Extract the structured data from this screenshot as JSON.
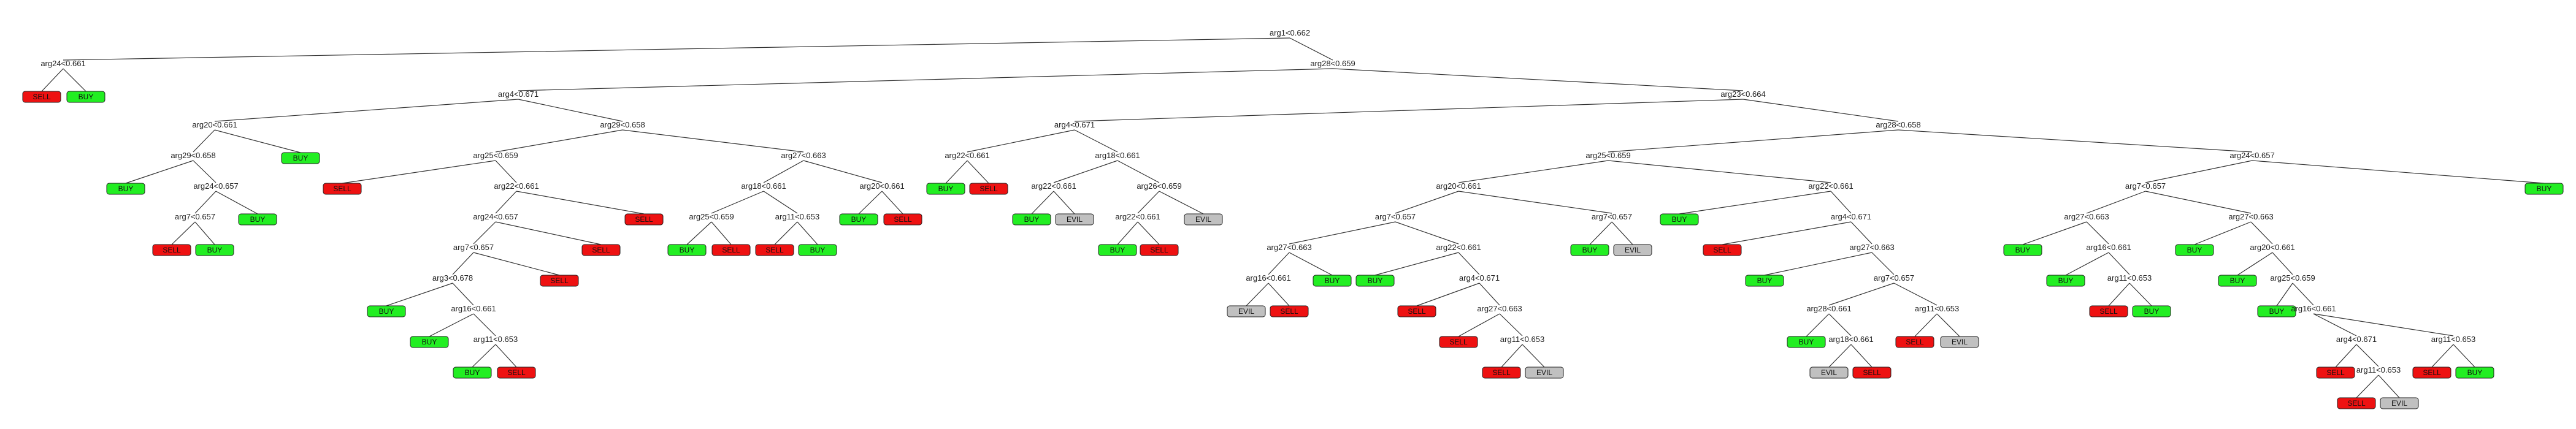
{
  "colors": {
    "BUY": "#22ee22",
    "SELL": "#ee1111",
    "EVIL": "#c0c0c0",
    "edge": "#333333"
  },
  "tree": [
    {
      "id": "n0",
      "type": "split",
      "label": "arg1<0.662"
    },
    {
      "id": "n1",
      "type": "split",
      "label": "arg24<0.661",
      "parent": "n0"
    },
    {
      "id": "l1",
      "type": "leaf",
      "label": "SELL",
      "parent": "n1"
    },
    {
      "id": "l2",
      "type": "leaf",
      "label": "BUY",
      "parent": "n1"
    },
    {
      "id": "n2",
      "type": "split",
      "label": "arg28<0.659",
      "parent": "n0"
    },
    {
      "id": "n3",
      "type": "split",
      "label": "arg4<0.671",
      "parent": "n2"
    },
    {
      "id": "n4",
      "type": "split",
      "label": "arg23<0.664",
      "parent": "n2"
    },
    {
      "id": "n5",
      "type": "split",
      "label": "arg20<0.661",
      "parent": "n3"
    },
    {
      "id": "n6",
      "type": "split",
      "label": "arg29<0.658",
      "parent": "n3"
    },
    {
      "id": "n7",
      "type": "split",
      "label": "arg29<0.658",
      "parent": "n5"
    },
    {
      "id": "l3",
      "type": "leaf",
      "label": "BUY",
      "parent": "n5"
    },
    {
      "id": "l4",
      "type": "leaf",
      "label": "BUY",
      "parent": "n7"
    },
    {
      "id": "n8",
      "type": "split",
      "label": "arg24<0.657",
      "parent": "n7"
    },
    {
      "id": "n9",
      "type": "split",
      "label": "arg7<0.657",
      "parent": "n8"
    },
    {
      "id": "l5",
      "type": "leaf",
      "label": "BUY",
      "parent": "n8"
    },
    {
      "id": "l6",
      "type": "leaf",
      "label": "SELL",
      "parent": "n9"
    },
    {
      "id": "l7",
      "type": "leaf",
      "label": "BUY",
      "parent": "n9"
    },
    {
      "id": "n10",
      "type": "split",
      "label": "arg25<0.659",
      "parent": "n6"
    },
    {
      "id": "n11",
      "type": "split",
      "label": "arg27<0.663",
      "parent": "n6"
    },
    {
      "id": "l8",
      "type": "leaf",
      "label": "SELL",
      "parent": "n10"
    },
    {
      "id": "n12",
      "type": "split",
      "label": "arg22<0.661",
      "parent": "n10"
    },
    {
      "id": "n13",
      "type": "split",
      "label": "arg24<0.657",
      "parent": "n12"
    },
    {
      "id": "l9",
      "type": "leaf",
      "label": "SELL",
      "parent": "n12"
    },
    {
      "id": "n14",
      "type": "split",
      "label": "arg7<0.657",
      "parent": "n13"
    },
    {
      "id": "l10",
      "type": "leaf",
      "label": "SELL",
      "parent": "n13"
    },
    {
      "id": "n15",
      "type": "split",
      "label": "arg3<0.678",
      "parent": "n14"
    },
    {
      "id": "l11",
      "type": "leaf",
      "label": "SELL",
      "parent": "n14"
    },
    {
      "id": "l12",
      "type": "leaf",
      "label": "BUY",
      "parent": "n15"
    },
    {
      "id": "n16",
      "type": "split",
      "label": "arg16<0.661",
      "parent": "n15"
    },
    {
      "id": "l13",
      "type": "leaf",
      "label": "BUY",
      "parent": "n16"
    },
    {
      "id": "n17",
      "type": "split",
      "label": "arg11<0.653",
      "parent": "n16"
    },
    {
      "id": "l14",
      "type": "leaf",
      "label": "BUY",
      "parent": "n17"
    },
    {
      "id": "l15",
      "type": "leaf",
      "label": "SELL",
      "parent": "n17"
    },
    {
      "id": "n18",
      "type": "split",
      "label": "arg18<0.661",
      "parent": "n11"
    },
    {
      "id": "n19",
      "type": "split",
      "label": "arg20<0.661",
      "parent": "n11"
    },
    {
      "id": "n20",
      "type": "split",
      "label": "arg25<0.659",
      "parent": "n18"
    },
    {
      "id": "n21",
      "type": "split",
      "label": "arg11<0.653",
      "parent": "n18"
    },
    {
      "id": "l16",
      "type": "leaf",
      "label": "BUY",
      "parent": "n20"
    },
    {
      "id": "l17",
      "type": "leaf",
      "label": "SELL",
      "parent": "n20"
    },
    {
      "id": "l18",
      "type": "leaf",
      "label": "SELL",
      "parent": "n21"
    },
    {
      "id": "l19",
      "type": "leaf",
      "label": "BUY",
      "parent": "n21"
    },
    {
      "id": "l20",
      "type": "leaf",
      "label": "BUY",
      "parent": "n19"
    },
    {
      "id": "l21",
      "type": "leaf",
      "label": "SELL",
      "parent": "n19"
    },
    {
      "id": "n22",
      "type": "split",
      "label": "arg4<0.671",
      "parent": "n4"
    },
    {
      "id": "n23",
      "type": "split",
      "label": "arg28<0.658",
      "parent": "n4"
    },
    {
      "id": "n24",
      "type": "split",
      "label": "arg22<0.661",
      "parent": "n22"
    },
    {
      "id": "n25",
      "type": "split",
      "label": "arg18<0.661",
      "parent": "n22"
    },
    {
      "id": "l22",
      "type": "leaf",
      "label": "BUY",
      "parent": "n24"
    },
    {
      "id": "l23",
      "type": "leaf",
      "label": "SELL",
      "parent": "n24"
    },
    {
      "id": "n26",
      "type": "split",
      "label": "arg22<0.661",
      "parent": "n25"
    },
    {
      "id": "n27",
      "type": "split",
      "label": "arg26<0.659",
      "parent": "n25"
    },
    {
      "id": "l24",
      "type": "leaf",
      "label": "BUY",
      "parent": "n26"
    },
    {
      "id": "l25",
      "type": "leaf",
      "label": "EVIL",
      "parent": "n26"
    },
    {
      "id": "n28",
      "type": "split",
      "label": "arg22<0.661",
      "parent": "n27"
    },
    {
      "id": "l26",
      "type": "leaf",
      "label": "EVIL",
      "parent": "n27"
    },
    {
      "id": "l27",
      "type": "leaf",
      "label": "BUY",
      "parent": "n28"
    },
    {
      "id": "l28",
      "type": "leaf",
      "label": "SELL",
      "parent": "n28"
    },
    {
      "id": "n29",
      "type": "split",
      "label": "arg25<0.659",
      "parent": "n23"
    },
    {
      "id": "n30",
      "type": "split",
      "label": "arg24<0.657",
      "parent": "n23"
    },
    {
      "id": "n31",
      "type": "split",
      "label": "arg20<0.661",
      "parent": "n29"
    },
    {
      "id": "n32",
      "type": "split",
      "label": "arg22<0.661",
      "parent": "n29"
    },
    {
      "id": "n33",
      "type": "split",
      "label": "arg7<0.657",
      "parent": "n31"
    },
    {
      "id": "n34",
      "type": "split",
      "label": "arg7<0.657",
      "parent": "n31"
    },
    {
      "id": "n35",
      "type": "split",
      "label": "arg27<0.663",
      "parent": "n33"
    },
    {
      "id": "n36",
      "type": "split",
      "label": "arg22<0.661",
      "parent": "n33"
    },
    {
      "id": "n37",
      "type": "split",
      "label": "arg16<0.661",
      "parent": "n35"
    },
    {
      "id": "l29",
      "type": "leaf",
      "label": "BUY",
      "parent": "n35"
    },
    {
      "id": "l30",
      "type": "leaf",
      "label": "EVIL",
      "parent": "n37"
    },
    {
      "id": "l31",
      "type": "leaf",
      "label": "SELL",
      "parent": "n37"
    },
    {
      "id": "l32",
      "type": "leaf",
      "label": "BUY",
      "parent": "n36"
    },
    {
      "id": "n38",
      "type": "split",
      "label": "arg4<0.671",
      "parent": "n36"
    },
    {
      "id": "l33",
      "type": "leaf",
      "label": "SELL",
      "parent": "n38"
    },
    {
      "id": "n39",
      "type": "split",
      "label": "arg27<0.663",
      "parent": "n38"
    },
    {
      "id": "l34",
      "type": "leaf",
      "label": "SELL",
      "parent": "n39"
    },
    {
      "id": "n40",
      "type": "split",
      "label": "arg11<0.653",
      "parent": "n39"
    },
    {
      "id": "l35",
      "type": "leaf",
      "label": "SELL",
      "parent": "n40"
    },
    {
      "id": "l36",
      "type": "leaf",
      "label": "EVIL",
      "parent": "n40"
    },
    {
      "id": "l37",
      "type": "leaf",
      "label": "BUY",
      "parent": "n34"
    },
    {
      "id": "l38",
      "type": "leaf",
      "label": "EVIL",
      "parent": "n34"
    },
    {
      "id": "l39",
      "type": "leaf",
      "label": "BUY",
      "parent": "n32"
    },
    {
      "id": "n41",
      "type": "split",
      "label": "arg4<0.671",
      "parent": "n32"
    },
    {
      "id": "l40",
      "type": "leaf",
      "label": "SELL",
      "parent": "n41"
    },
    {
      "id": "n42",
      "type": "split",
      "label": "arg27<0.663",
      "parent": "n41"
    },
    {
      "id": "l41",
      "type": "leaf",
      "label": "BUY",
      "parent": "n42"
    },
    {
      "id": "n43",
      "type": "split",
      "label": "arg7<0.657",
      "parent": "n42"
    },
    {
      "id": "n44",
      "type": "split",
      "label": "arg28<0.661",
      "parent": "n43"
    },
    {
      "id": "n45",
      "type": "split",
      "label": "arg11<0.653",
      "parent": "n43"
    },
    {
      "id": "l42",
      "type": "leaf",
      "label": "BUY",
      "parent": "n44"
    },
    {
      "id": "n46",
      "type": "split",
      "label": "arg18<0.661",
      "parent": "n44"
    },
    {
      "id": "l43",
      "type": "leaf",
      "label": "EVIL",
      "parent": "n46"
    },
    {
      "id": "l44",
      "type": "leaf",
      "label": "SELL",
      "parent": "n46"
    },
    {
      "id": "l45",
      "type": "leaf",
      "label": "SELL",
      "parent": "n45"
    },
    {
      "id": "l46",
      "type": "leaf",
      "label": "EVIL",
      "parent": "n45"
    },
    {
      "id": "n47",
      "type": "split",
      "label": "arg7<0.657",
      "parent": "n30"
    },
    {
      "id": "l47",
      "type": "leaf",
      "label": "BUY",
      "parent": "n30"
    },
    {
      "id": "n48",
      "type": "split",
      "label": "arg27<0.663",
      "parent": "n47"
    },
    {
      "id": "n49",
      "type": "split",
      "label": "arg27<0.663",
      "parent": "n47"
    },
    {
      "id": "l48",
      "type": "leaf",
      "label": "BUY",
      "parent": "n48"
    },
    {
      "id": "n50",
      "type": "split",
      "label": "arg16<0.661",
      "parent": "n48"
    },
    {
      "id": "l49",
      "type": "leaf",
      "label": "BUY",
      "parent": "n50"
    },
    {
      "id": "n51",
      "type": "split",
      "label": "arg11<0.653",
      "parent": "n50"
    },
    {
      "id": "l50",
      "type": "leaf",
      "label": "SELL",
      "parent": "n51"
    },
    {
      "id": "l51",
      "type": "leaf",
      "label": "BUY",
      "parent": "n51"
    },
    {
      "id": "l52",
      "type": "leaf",
      "label": "BUY",
      "parent": "n49"
    },
    {
      "id": "n52",
      "type": "split",
      "label": "arg20<0.661",
      "parent": "n49"
    },
    {
      "id": "l53",
      "type": "leaf",
      "label": "BUY",
      "parent": "n52"
    },
    {
      "id": "n53",
      "type": "split",
      "label": "arg25<0.659",
      "parent": "n52"
    },
    {
      "id": "l54",
      "type": "leaf",
      "label": "BUY",
      "parent": "n53"
    },
    {
      "id": "n54",
      "type": "split",
      "label": "arg16<0.661",
      "parent": "n53"
    },
    {
      "id": "n55",
      "type": "split",
      "label": "arg4<0.671",
      "parent": "n54"
    },
    {
      "id": "n56",
      "type": "split",
      "label": "arg11<0.653",
      "parent": "n54"
    },
    {
      "id": "l55",
      "type": "leaf",
      "label": "SELL",
      "parent": "n55"
    },
    {
      "id": "n57",
      "type": "split",
      "label": "arg11<0.653",
      "parent": "n55"
    },
    {
      "id": "l56",
      "type": "leaf",
      "label": "SELL",
      "parent": "n57"
    },
    {
      "id": "l57",
      "type": "leaf",
      "label": "EVIL",
      "parent": "n57"
    },
    {
      "id": "l58",
      "type": "leaf",
      "label": "SELL",
      "parent": "n56"
    },
    {
      "id": "l59",
      "type": "leaf",
      "label": "BUY",
      "parent": "n56"
    }
  ]
}
